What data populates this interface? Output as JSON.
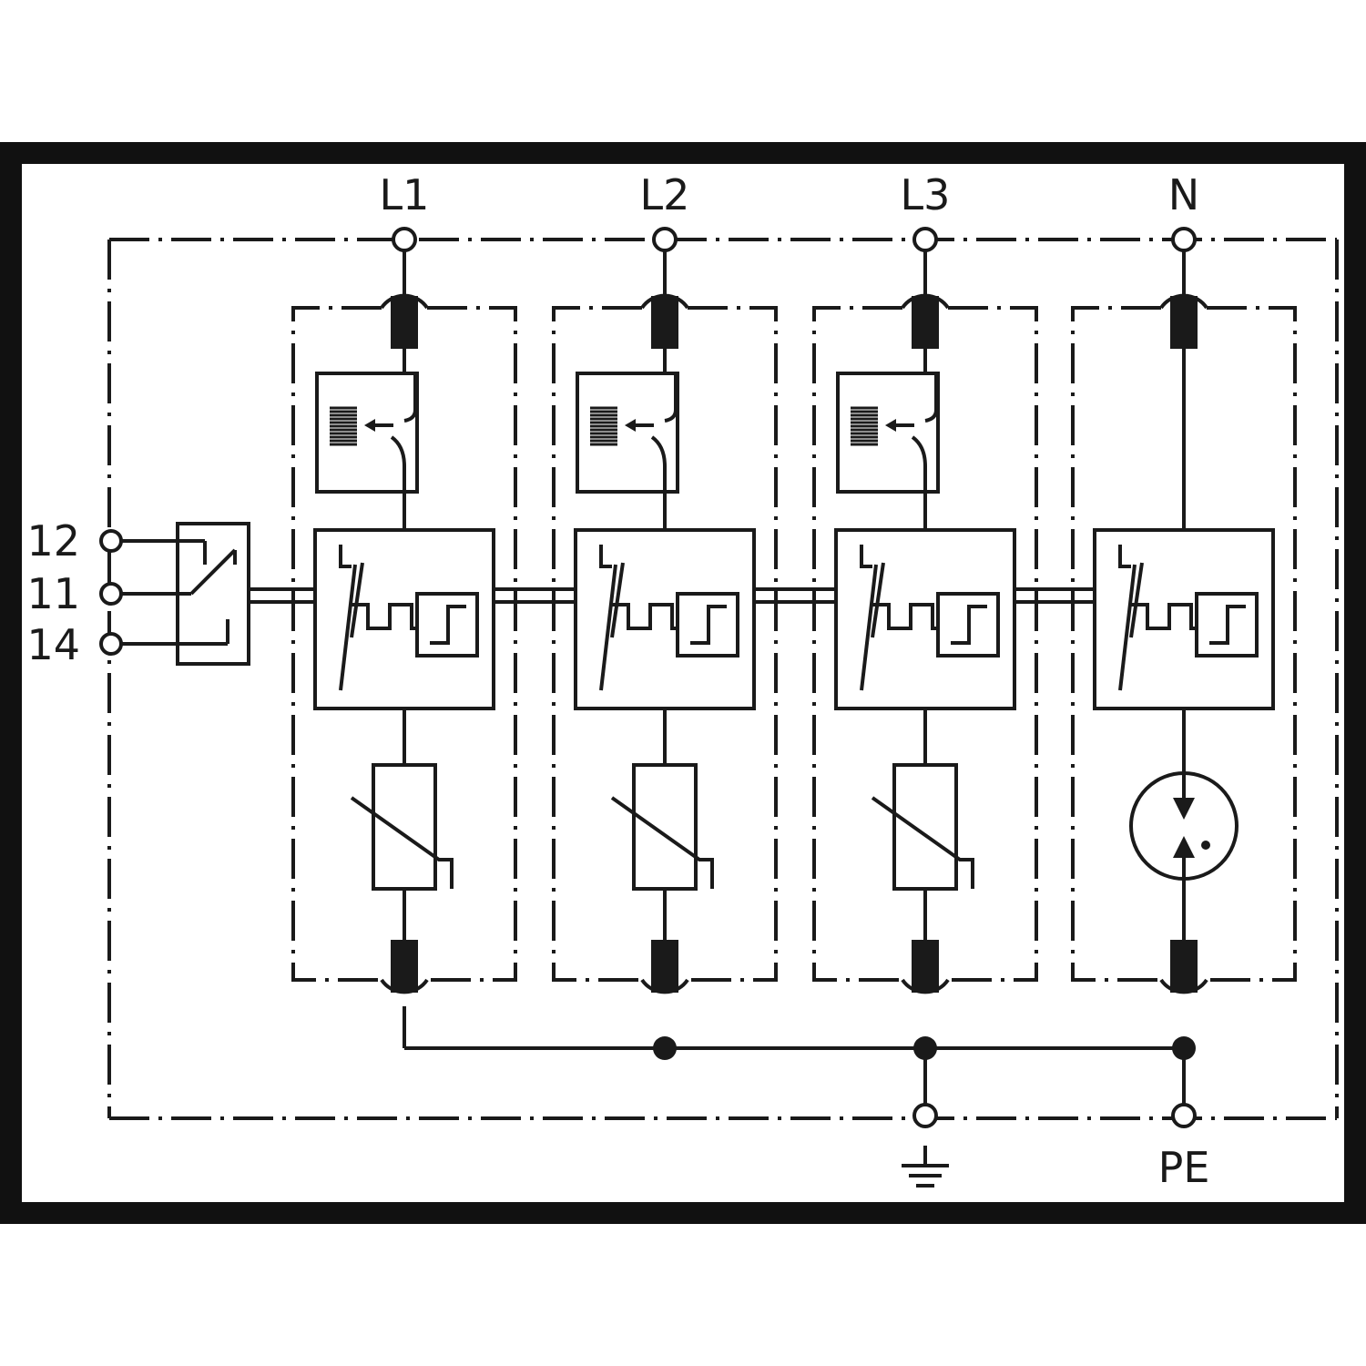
{
  "labels": {
    "phase1": "L1",
    "phase2": "L2",
    "phase3": "L3",
    "neutral": "N",
    "protective_earth": "PE",
    "contact_12": "12",
    "contact_11": "11",
    "contact_14": "14"
  },
  "icons": {
    "ground": "earth-ground-icon"
  },
  "colors": {
    "line": "#1a1a1a",
    "background": "#ffffff"
  }
}
